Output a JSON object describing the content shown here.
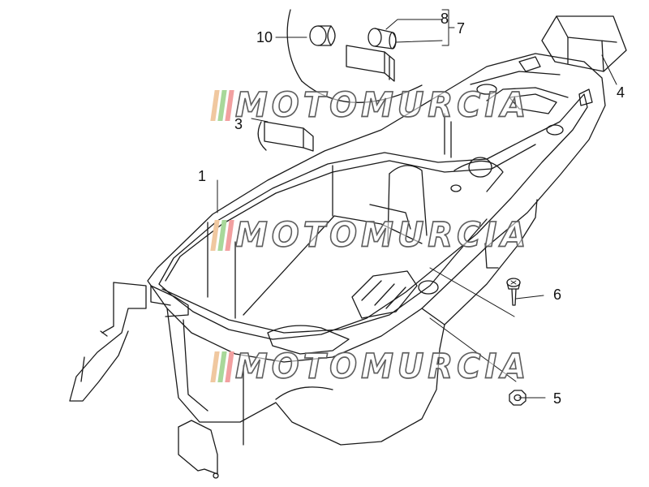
{
  "diagram": {
    "callouts": [
      {
        "id": "c10",
        "label": "10"
      },
      {
        "id": "c8",
        "label": "8"
      },
      {
        "id": "c7",
        "label": "7"
      },
      {
        "id": "c4",
        "label": "4"
      },
      {
        "id": "c3",
        "label": "3"
      },
      {
        "id": "c1",
        "label": "1"
      },
      {
        "id": "c6",
        "label": "6"
      },
      {
        "id": "c5",
        "label": "5"
      }
    ]
  },
  "watermark": {
    "text": "MOTOMURCIA",
    "flag_colors": [
      "#f0c8a0",
      "#a8d89a",
      "#f2a0a0"
    ]
  },
  "colors": {
    "line": "#1a1a1a",
    "background": "#ffffff"
  }
}
